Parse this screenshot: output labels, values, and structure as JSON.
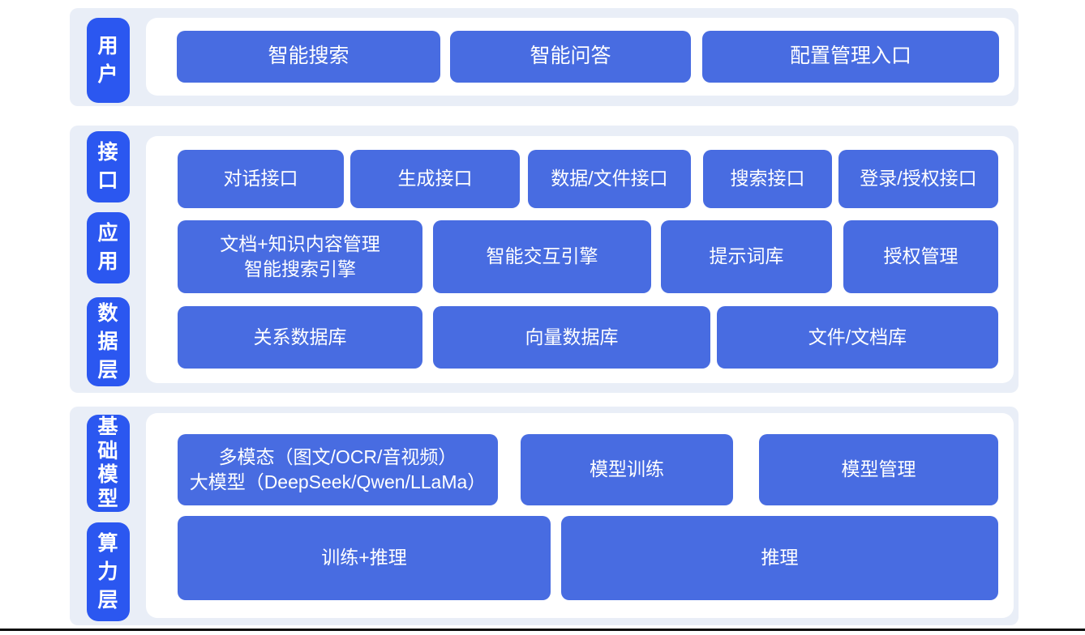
{
  "colors": {
    "node_blue": "#486ce1",
    "label_blue": "#2b57f0",
    "group_band_bg": "#e9eef7",
    "panel_bg": "#ffffff",
    "text_on_blue": "#ffffff",
    "bottom_rule": "#0c0c0c"
  },
  "groups": [
    {
      "id": "user-layer",
      "labels": [
        {
          "text": "用户"
        }
      ],
      "rows": [
        {
          "buttons": [
            {
              "label": "智能搜索"
            },
            {
              "label": "智能问答"
            },
            {
              "label": "配置管理入口"
            }
          ]
        }
      ]
    },
    {
      "id": "interface-application-data-layer",
      "labels": [
        {
          "text": "接口"
        },
        {
          "text": "应用"
        },
        {
          "text": "数据层"
        }
      ],
      "rows": [
        {
          "buttons": [
            {
              "label": "对话接口"
            },
            {
              "label": "生成接口"
            },
            {
              "label": "数据/文件接口"
            },
            {
              "label": "搜索接口"
            },
            {
              "label": "登录/授权接口"
            }
          ]
        },
        {
          "buttons": [
            {
              "label": "文档+知识内容管理\n智能搜索引擎"
            },
            {
              "label": "智能交互引擎"
            },
            {
              "label": "提示词库"
            },
            {
              "label": "授权管理"
            }
          ]
        },
        {
          "buttons": [
            {
              "label": "关系数据库"
            },
            {
              "label": "向量数据库"
            },
            {
              "label": "文件/文档库"
            }
          ]
        }
      ]
    },
    {
      "id": "foundation-model-compute-layer",
      "labels": [
        {
          "text": "基础模型"
        },
        {
          "text": "算力层"
        }
      ],
      "rows": [
        {
          "buttons": [
            {
              "label": "多模态（图文/OCR/音视频）\n大模型（DeepSeek/Qwen/LLaMa）"
            },
            {
              "label": "模型训练"
            },
            {
              "label": "模型管理"
            }
          ]
        },
        {
          "buttons": [
            {
              "label": "训练+推理"
            },
            {
              "label": "推理"
            }
          ]
        }
      ]
    }
  ]
}
